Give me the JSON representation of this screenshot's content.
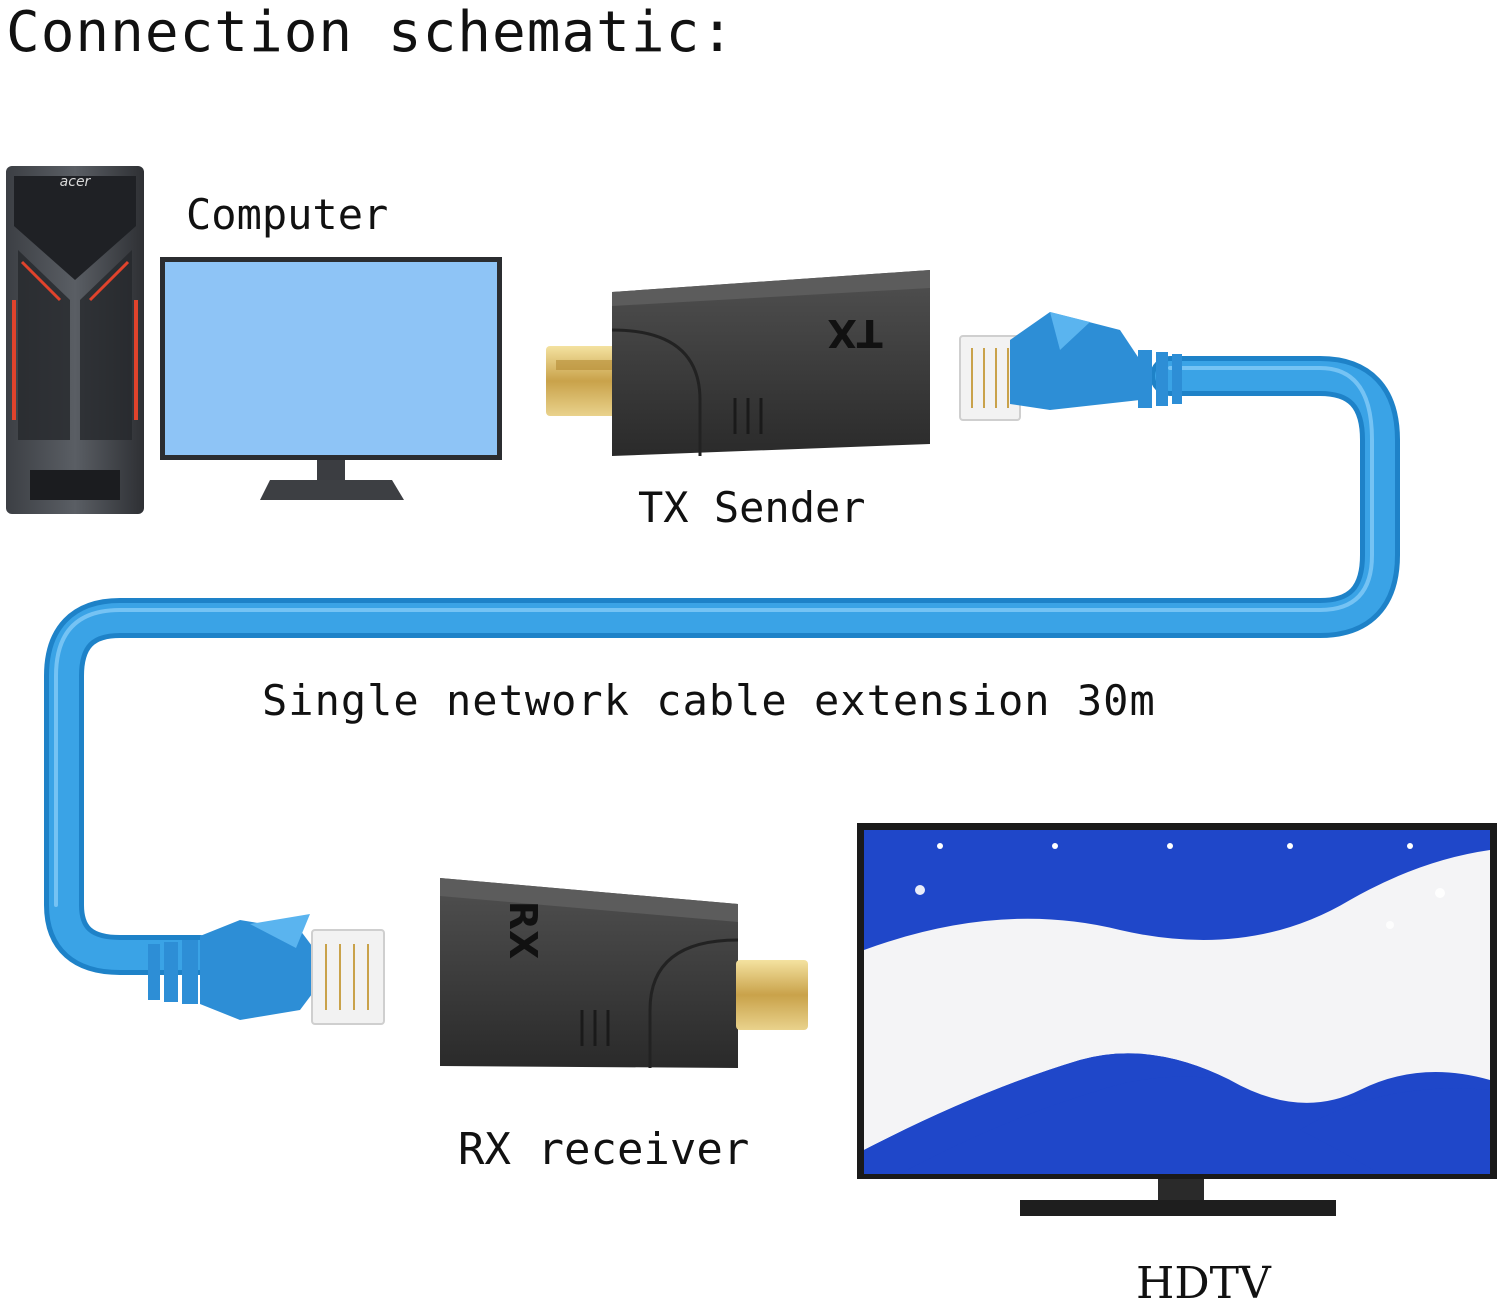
{
  "title": "Connection schematic:",
  "labels": {
    "computer": "Computer",
    "tx_sender": "TX Sender",
    "cable": "Single network cable extension 30m",
    "rx_receiver": "RX receiver",
    "hdtv": "HDTV"
  },
  "devices": {
    "pc_brand": "acer",
    "tx_marking": "TX",
    "rx_marking": "RX"
  },
  "colors": {
    "cable": "#3aa3e6",
    "monitor_screen": "#8ec4f6",
    "adapter": "#3a3a3a",
    "tv_blue": "#1f47c9"
  },
  "icons": [
    "pc-tower-icon",
    "monitor-icon",
    "hdmi-adapter-icon",
    "rj45-plug-icon",
    "tv-icon"
  ]
}
